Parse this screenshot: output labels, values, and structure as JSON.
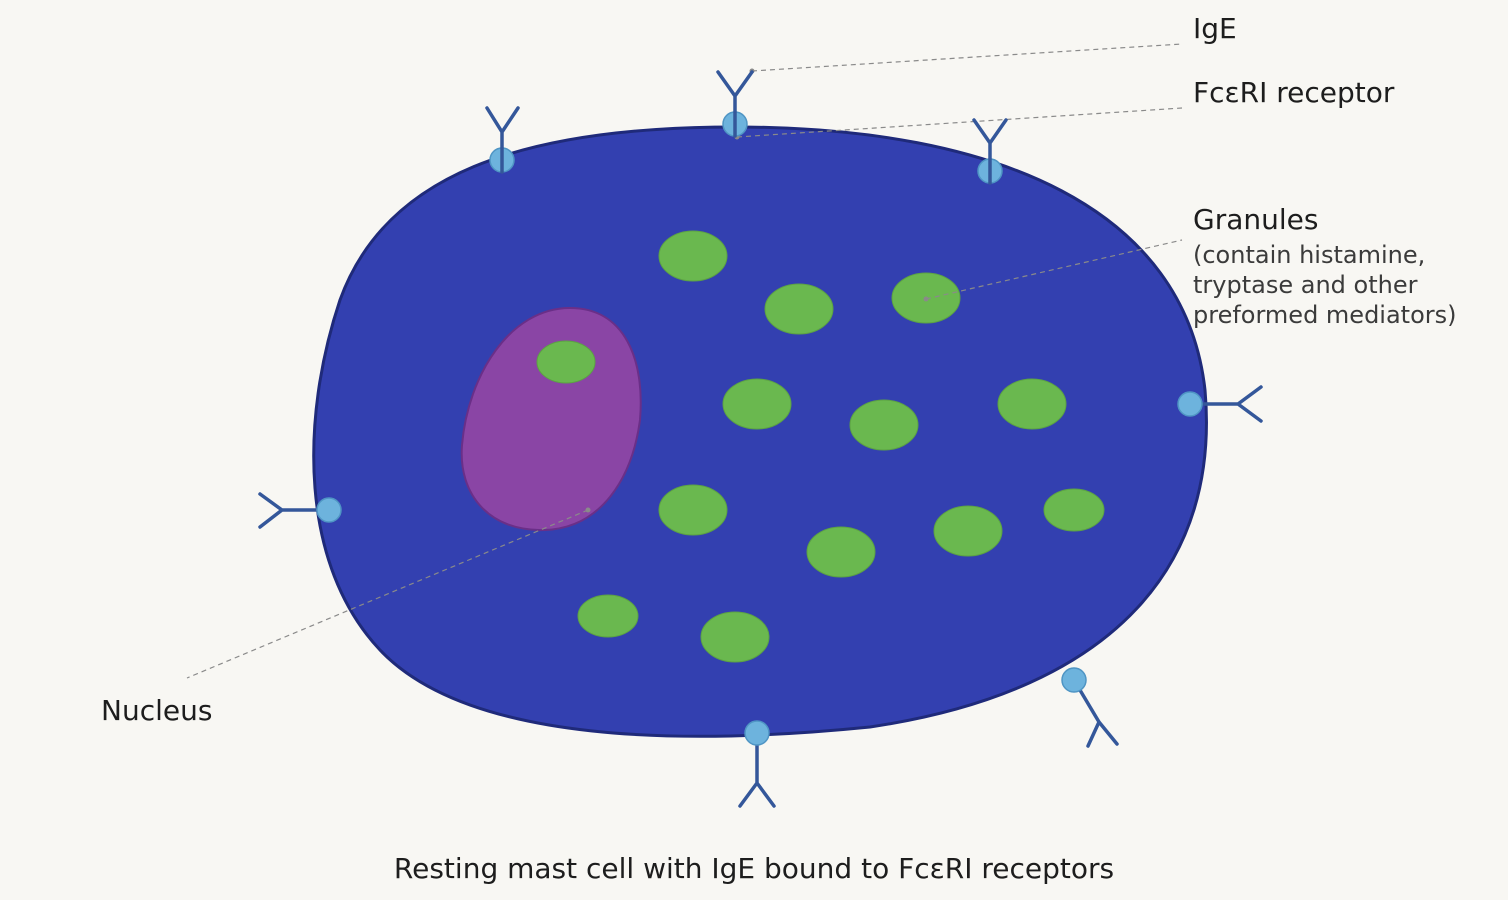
{
  "labels": {
    "ige": "IgE",
    "receptor": "FcεRI receptor",
    "granules": "Granules",
    "granules_detail_1": "(contain histamine,",
    "granules_detail_2": "tryptase and other",
    "granules_detail_3": "preformed mediators)",
    "nucleus": "Nucleus"
  },
  "caption": "Resting mast cell with IgE bound to FcεRI receptors",
  "colors": {
    "background": "#f8f7f3",
    "cell": "#3340b0",
    "cell_outline": "#1f2a7a",
    "nucleus": "#8a45a5",
    "granule": "#6ab84f",
    "receptor": "#6db3dd",
    "antibody": "#34579a",
    "leader_line": "#8a8a8a"
  }
}
